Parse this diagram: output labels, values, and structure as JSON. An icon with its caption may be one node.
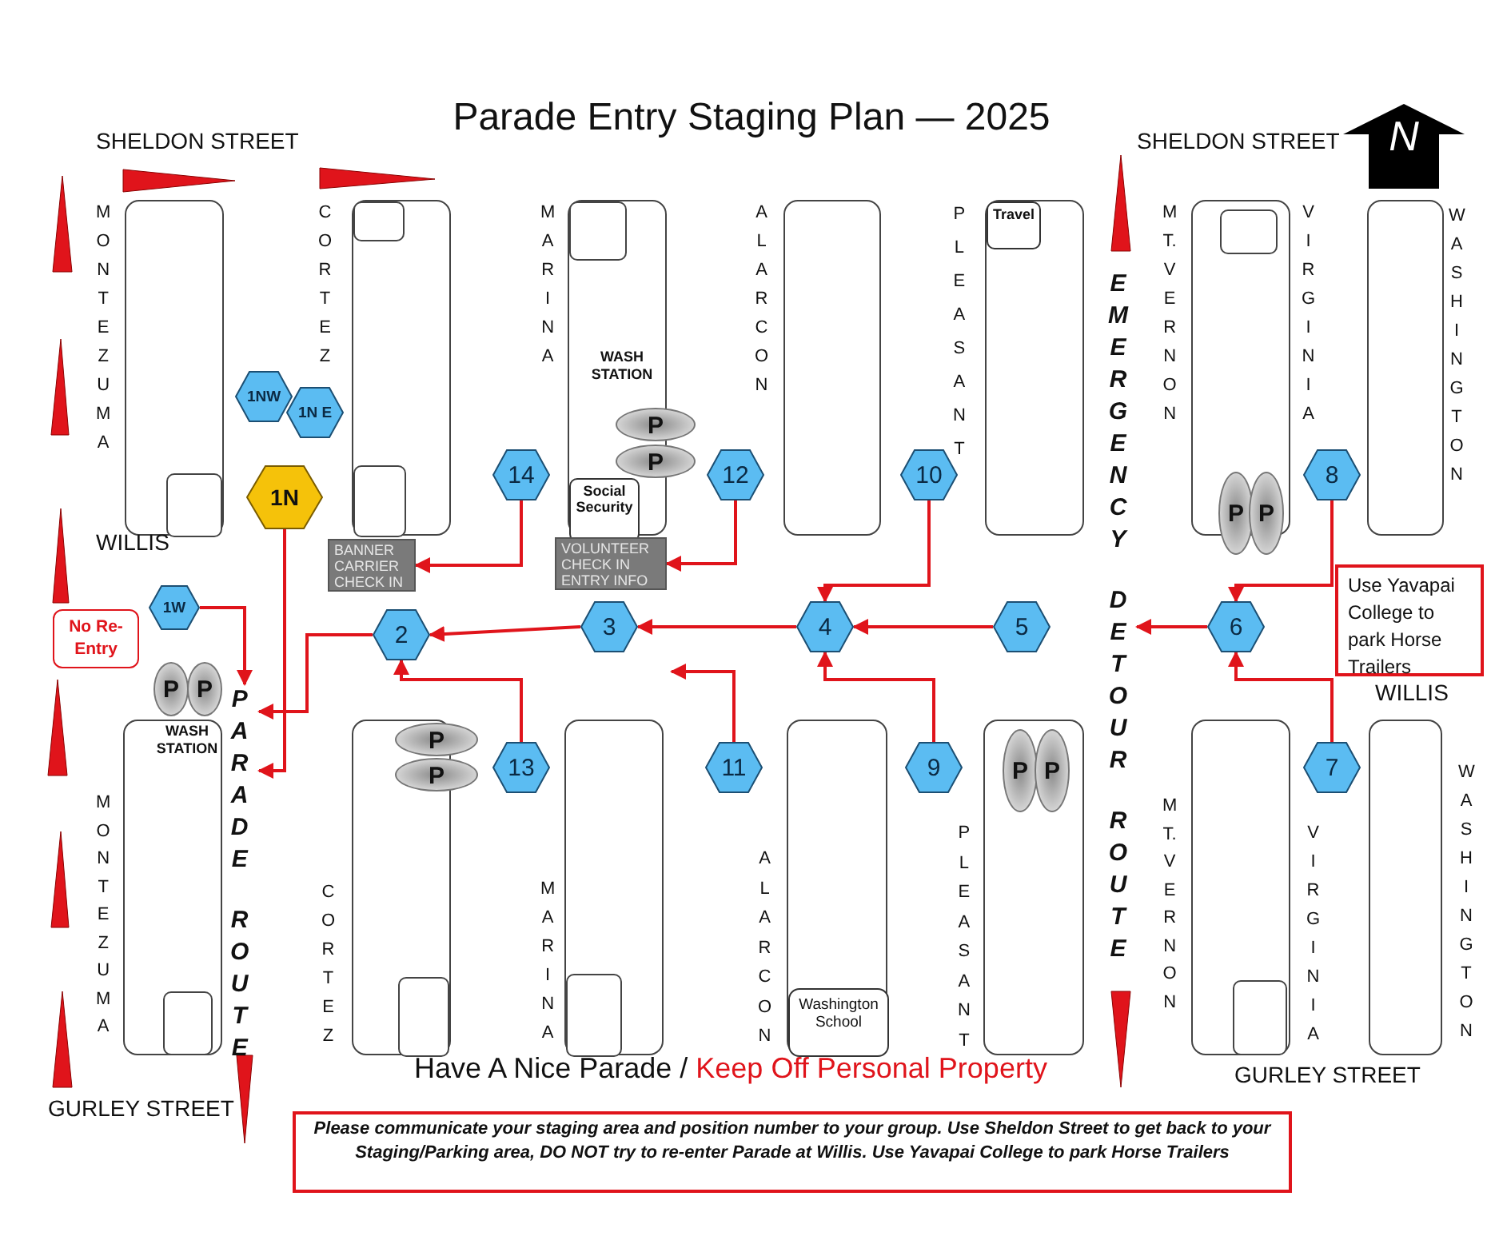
{
  "diagram": {
    "title": "Parade Entry Staging Plan — 2025",
    "nodes": [
      {
        "text": [],
        "shape": "box"
      },
      {
        "text": [],
        "shape": "box",
        "in": 0
      },
      {
        "text": [],
        "shape": "box"
      },
      {
        "text": [],
        "shape": "box",
        "in": 2
      },
      {
        "text": [],
        "shape": "box",
        "in": 2
      },
      {
        "text": [],
        "shape": "box"
      },
      {
        "text": [],
        "shape": "box",
        "in": 5
      },
      {
        "text": [
          "Social Security"
        ],
        "in": 5
      },
      {
        "text": [],
        "shape": "box"
      },
      {
        "text": [],
        "shape": "box"
      },
      {
        "text": [
          "Travel"
        ],
        "in": 9
      },
      {
        "text": [],
        "shape": "box"
      },
      {
        "text": [],
        "shape": "box",
        "in": 11
      },
      {
        "text": [],
        "shape": "box"
      },
      {
        "text": [
          "1NW"
        ]
      },
      {
        "text": [
          "1N E"
        ]
      },
      {
        "text": [
          "14"
        ]
      },
      {
        "text": [
          "12"
        ]
      },
      {
        "text": [
          "10"
        ]
      },
      {
        "text": [
          "8"
        ]
      },
      {
        "text": [
          "1N"
        ]
      },
      {
        "text": [
          "BANNER CARRIER CHECK IN"
        ]
      },
      {
        "text": [
          "VOLUNTEER CHECK IN ENTRY INFO"
        ]
      },
      {
        "text": [
          "Use Yavapai College to park Horse Trailers"
        ]
      },
      {
        "text": [
          "No Re-Entry"
        ]
      },
      {
        "text": [
          "1W"
        ]
      },
      {
        "text": [
          "2"
        ]
      },
      {
        "text": [
          "3"
        ]
      },
      {
        "text": [
          "4"
        ]
      },
      {
        "text": [
          "5"
        ]
      },
      {
        "text": [
          "6"
        ]
      },
      {
        "text": [
          "13"
        ]
      },
      {
        "text": [
          "11"
        ]
      },
      {
        "text": [
          "9"
        ]
      },
      {
        "text": [
          "7"
        ]
      },
      {
        "text": [],
        "shape": "box"
      },
      {
        "text": [],
        "shape": "box",
        "in": 35
      },
      {
        "text": [],
        "shape": "box"
      },
      {
        "text": [],
        "shape": "box",
        "in": 37
      },
      {
        "text": [],
        "shape": "box"
      },
      {
        "text": [],
        "shape": "box",
        "in": 39
      },
      {
        "text": [],
        "shape": "box"
      },
      {
        "text": [
          "Washington School"
        ],
        "in": 41
      },
      {
        "text": [],
        "shape": "box"
      },
      {
        "text": [],
        "shape": "box"
      },
      {
        "text": [],
        "shape": "box",
        "in": 44
      },
      {
        "text": [],
        "shape": "box"
      },
      {
        "text": [
          "Please communicate your staging area and position number to your group. Use Sheldon Street to get back to your Staging/Parking area, DO NOT try to re-enter Parade at Willis. Use Yavapai College to park Horse Trailers"
        ]
      },
      {
        "text": [
          "EMERGENCY DETOUR ROUTE"
        ]
      },
      {
        "text": [
          "PARADE ROUTE"
        ]
      }
    ],
    "edges": [
      {
        "from": 20,
        "to": 49,
        "arrow": "to"
      },
      {
        "from": 25,
        "to": 49,
        "arrow": "to"
      },
      {
        "from": 16,
        "to": 21,
        "arrow": "to"
      },
      {
        "from": 17,
        "to": 22,
        "arrow": "to"
      },
      {
        "from": 18,
        "to": 28,
        "arrow": "to"
      },
      {
        "from": 19,
        "to": 30,
        "arrow": "to"
      },
      {
        "from": 27,
        "to": 26,
        "arrow": "to"
      },
      {
        "from": 28,
        "to": 27,
        "arrow": "to"
      },
      {
        "from": 29,
        "to": 28,
        "arrow": "to"
      },
      {
        "from": 30,
        "to": 48,
        "arrow": "to"
      },
      {
        "from": 26,
        "to": 49,
        "arrow": "to"
      },
      {
        "from": 31,
        "to": 26,
        "arrow": "to"
      },
      {
        "from": 32,
        "to": null,
        "arrow": "to"
      },
      {
        "from": 33,
        "to": 28,
        "arrow": "to"
      },
      {
        "from": 34,
        "to": 30,
        "arrow": "to"
      }
    ],
    "labels": [
      "SHELDON STREET",
      "SHELDON STREET",
      "N",
      "MONTEZUMA",
      "CORTEZ",
      "MARINA",
      "ALARCON",
      "PLEASANT",
      "MT.VERNON",
      "VIRGINIA",
      "WASHINGTON",
      "WASH STATION",
      "P",
      "P",
      "P",
      "P",
      "WILLIS",
      "P",
      "P",
      "WILLIS",
      "WASH STATION",
      "P",
      "P",
      "P",
      "P",
      "MONTEZUMA",
      "CORTEZ",
      "MARINA",
      "ALARCON",
      "PLEASANT",
      "MT.VERNON",
      "VIRGINIA",
      "WASHINGTON",
      "Have A Nice Parade /",
      "Keep Off Personal Property",
      "GURLEY STREET",
      "GURLEY STREET"
    ]
  }
}
